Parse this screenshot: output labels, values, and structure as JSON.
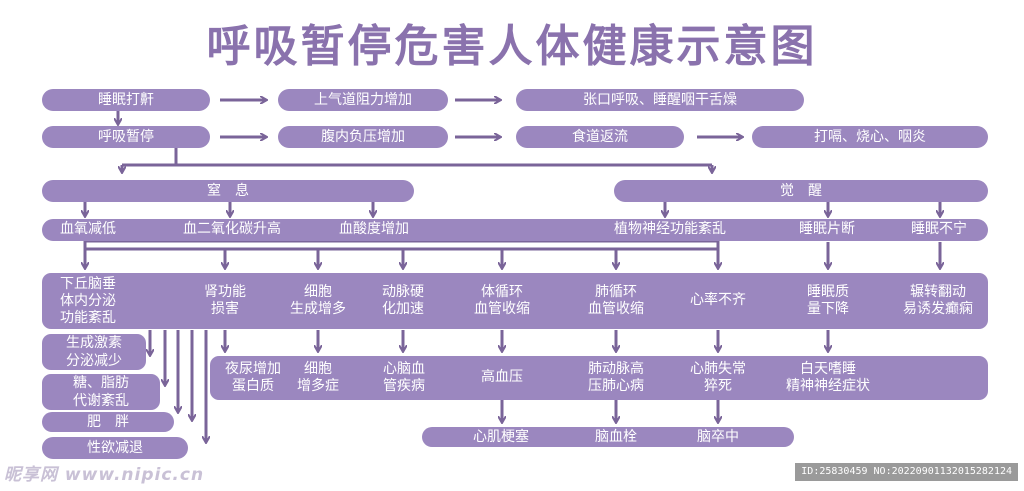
{
  "title": "呼吸暂停危害人体健康示意图",
  "row1": [
    "睡眠打鼾",
    "上气道阻力增加",
    "张口呼吸、睡醒咽干舌燥"
  ],
  "row2": [
    "呼吸暂停",
    "腹内负压增加",
    "食道返流",
    "打嗝、烧心、咽炎"
  ],
  "row3": [
    "窒　息",
    "觉　醒"
  ],
  "row4": [
    "血氧减低",
    "血二氧化碳升高",
    "血酸度增加",
    "植物神经功能紊乱",
    "睡眠片断",
    "睡眠不宁"
  ],
  "row5": [
    "下丘脑垂\n体内分泌\n功能紊乱",
    "肾功能\n损害",
    "细胞\n生成增多",
    "动脉硬\n化加速",
    "体循环\n血管收缩",
    "肺循环\n血管收缩",
    "心率不齐",
    "睡眠质\n量下降",
    "辗转翻动\n易诱发癫痫"
  ],
  "left_col": [
    "生成激素\n分泌减少",
    "糖、脂肪\n代谢紊乱",
    "肥　胖",
    "性欲减退"
  ],
  "row6": [
    "夜尿增加\n蛋白质",
    "细胞\n增多症",
    "心脑血\n管疾病",
    "高血压",
    "肺动脉高\n压肺心病",
    "心肺失常\n猝死",
    "白天嗜睡\n精神神经症状"
  ],
  "row7": [
    "心肌梗塞",
    "脑血栓",
    "脑卒中"
  ],
  "watermark_left": "昵享网 www.nipic.cn",
  "watermark_right": "ID:25830459 NO:20220901132015282124",
  "colors": {
    "box": "#9b87bf",
    "line": "#7a6499",
    "title": "#8a72ad"
  }
}
